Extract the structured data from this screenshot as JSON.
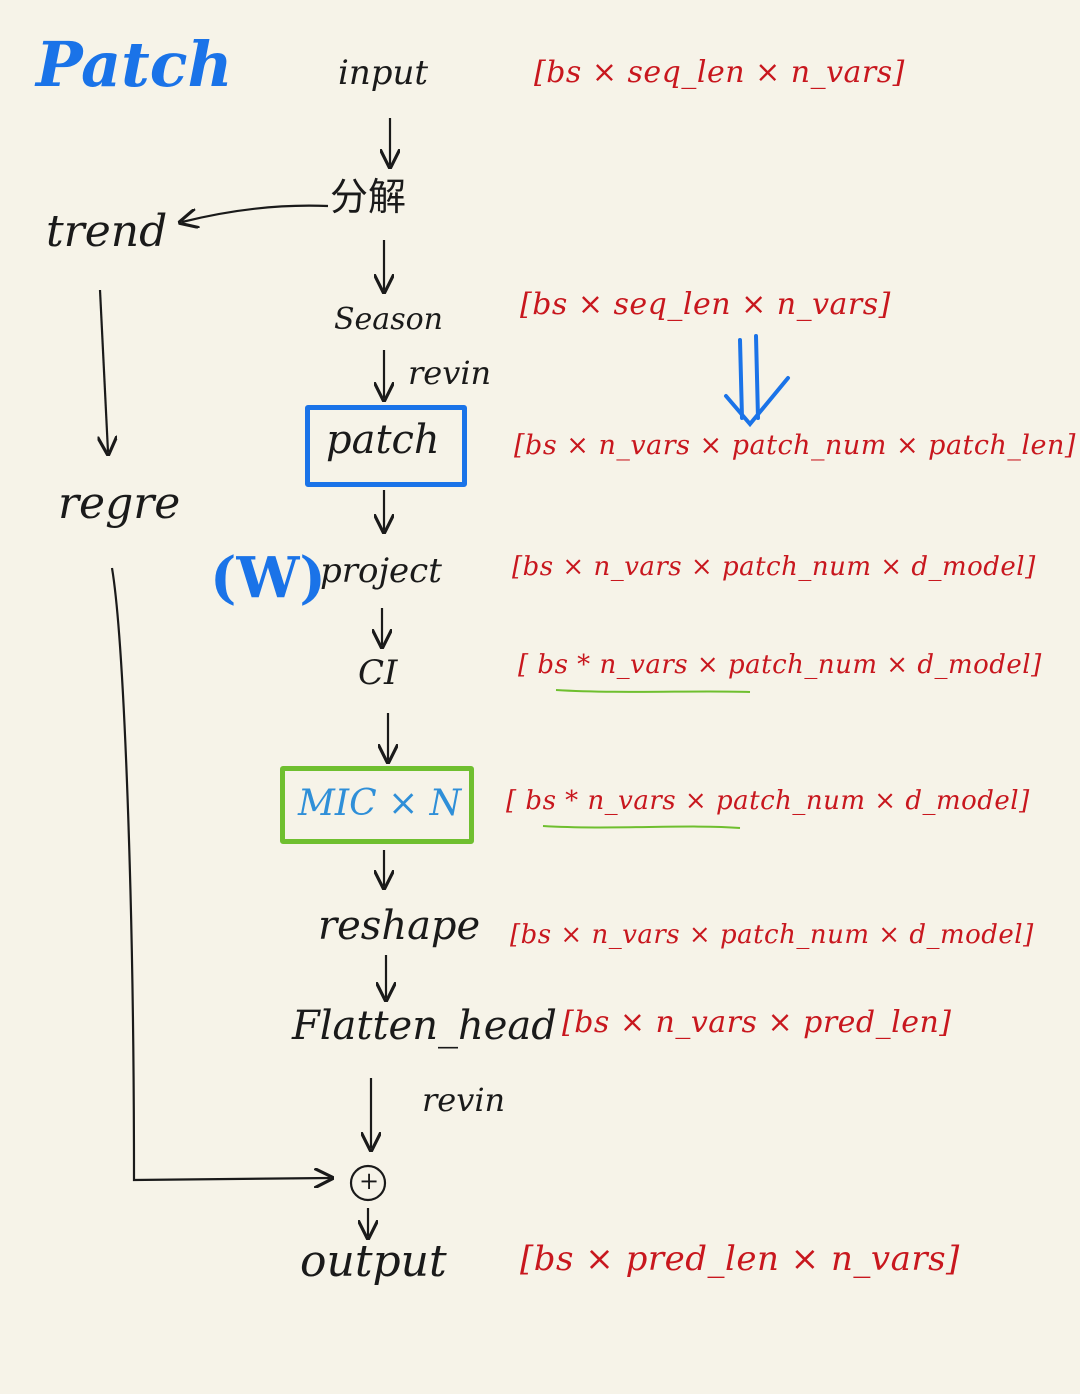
{
  "title": "Patch",
  "nodes": {
    "input": "input",
    "decompose": "分解",
    "trend": "trend",
    "season": "Season",
    "revin_top": "revin",
    "patch": "patch",
    "w_mark": "(W)",
    "project": "project",
    "ci": "CI",
    "mic": "MIC × N",
    "reshape": "reshape",
    "flatten_head": "Flatten_head",
    "revin_bottom": "revin",
    "plus": "+",
    "output": "output",
    "regre": "regre"
  },
  "shapes": {
    "input": "[bs × seq_len × n_vars]",
    "season": "[bs × seq_len × n_vars]",
    "patch": "[bs × n_vars × patch_num × patch_len]",
    "project": "[bs × n_vars × patch_num × d_model]",
    "ci_prefix": "[",
    "ci_underlined": "bs * n_vars",
    "ci_suffix": "× patch_num × d_model]",
    "mic_prefix": "[",
    "mic_underlined": "bs * n_vars",
    "mic_suffix": "× patch_num × d_model]",
    "reshape": "[bs × n_vars × patch_num × d_model]",
    "flatten_head": "[bs × n_vars × pred_len]",
    "output": "[bs × pred_len × n_vars]"
  },
  "colors": {
    "ink": "#1a1a1a",
    "shape": "#c8171e",
    "accent_blue": "#1a73e8",
    "accent_green": "#6fbf2f"
  }
}
